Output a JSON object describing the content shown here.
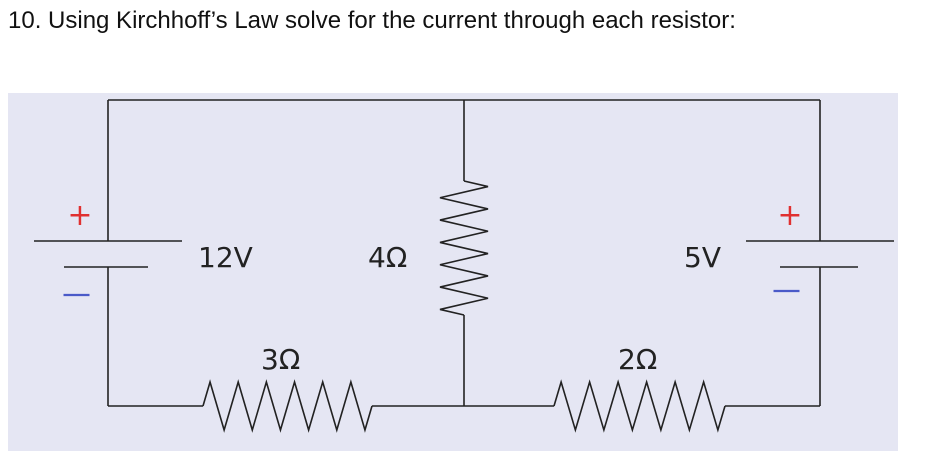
{
  "question": {
    "text": "10. Using Kirchhoff’s Law solve for the current through each resistor:"
  },
  "circuit": {
    "background_color": "#e5e6f3",
    "wire_color": "#222222",
    "positive_color": "#e03030",
    "negative_color": "#4a5ac8",
    "sources": {
      "left": {
        "voltage": "12V",
        "plus": "+",
        "minus": "|"
      },
      "right": {
        "voltage": "5V",
        "plus": "+",
        "minus": "|"
      }
    },
    "resistors": {
      "middle": {
        "label": "4Ω"
      },
      "bottom_left": {
        "label": "3Ω"
      },
      "bottom_right": {
        "label": "2Ω"
      }
    }
  }
}
